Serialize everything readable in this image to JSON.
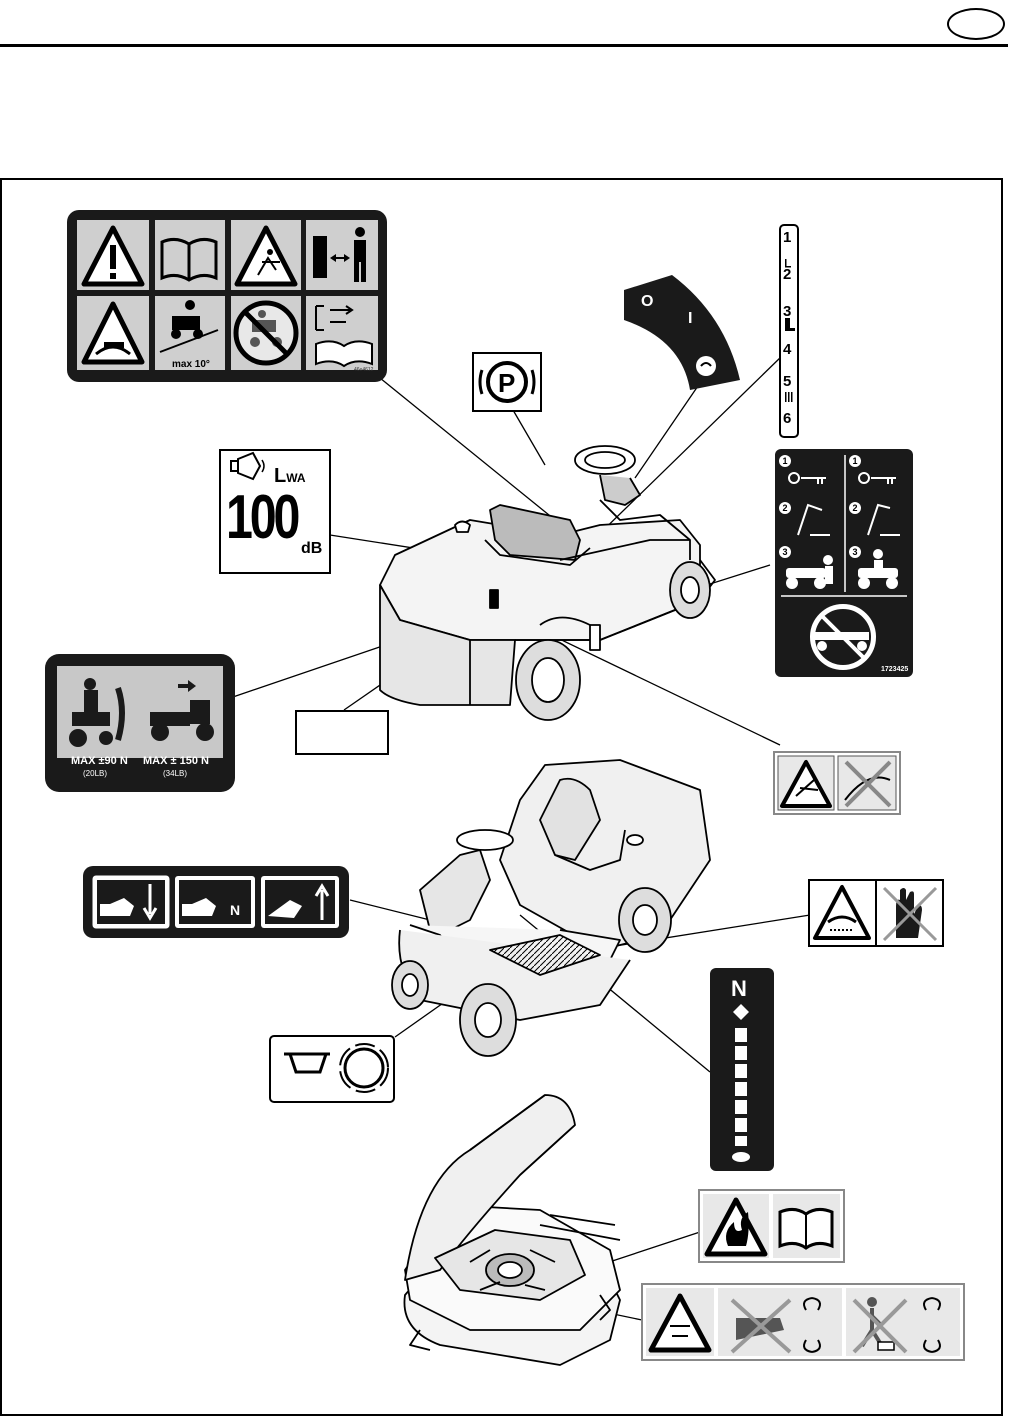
{
  "header": {
    "language_badge": ""
  },
  "decals": {
    "general_warning": {
      "slope_text": "max 10°",
      "code": "46e4612"
    },
    "parking_brake": {
      "symbol": "P"
    },
    "ignition": {
      "off": "O",
      "on": "I"
    },
    "height_scale": {
      "positions": [
        "1",
        "2",
        "3",
        "4",
        "5",
        "6"
      ]
    },
    "noise": {
      "label": "L",
      "label_sub": "WA",
      "value": "100",
      "unit": "dB"
    },
    "start_instructions": {
      "steps_left": [
        "1",
        "2",
        "3"
      ],
      "steps_right": [
        "1",
        "2",
        "3"
      ],
      "code": "1723425"
    },
    "towing": {
      "max_vertical": "MAX ±90 N",
      "max_vertical_sub": "(20LB)",
      "max_horizontal": "MAX ± 150 N",
      "max_horizontal_sub": "(34LB)"
    },
    "pedals": {
      "neutral_mark": "N"
    },
    "speed_lever": {
      "neutral_mark": "N"
    }
  }
}
